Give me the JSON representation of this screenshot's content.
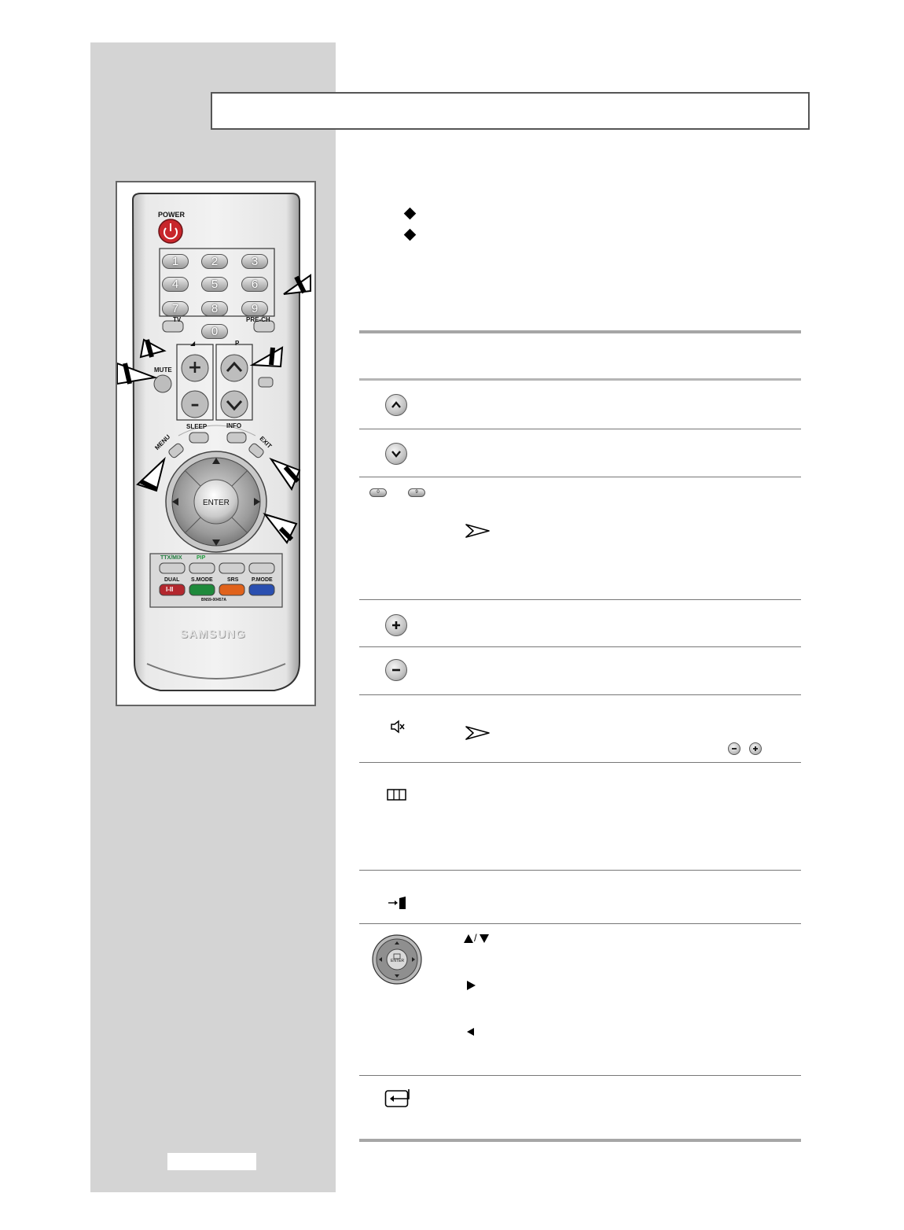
{
  "remote": {
    "power_label": "POWER",
    "number_keys": [
      "1",
      "2",
      "3",
      "4",
      "5",
      "6",
      "7",
      "8",
      "9",
      "0"
    ],
    "tv_label": "TV",
    "prech_label": "PRE-CH",
    "mute_label": "MUTE",
    "vol_label": "◢",
    "ch_label": "P",
    "menu_label": "MENU",
    "sleep_label": "SLEEP",
    "info_label": "INFO",
    "exit_label": "EXIT",
    "enter_label": "ENTER",
    "ttx_label": "TTX/MIX",
    "pip_label": "PIP",
    "dual_label": "DUAL",
    "dual_key": "I-II",
    "smode_label": "S.MODE",
    "srs_label": "SRS",
    "pmode_label": "P.MODE",
    "model_code": "BN59-00457A",
    "brand": "SAMSUNG"
  },
  "table": {
    "pill_0": "0",
    "pill_9": "9",
    "mini_enter": "ENTER"
  },
  "colors": {
    "power": "#c8262b",
    "dual": "#b3272e",
    "smode": "#1f8a3c",
    "srs": "#e0621b",
    "pmode": "#2a4fb0",
    "pip_text": "#1f9a3c",
    "ttx_text": "#1f7a3c"
  }
}
